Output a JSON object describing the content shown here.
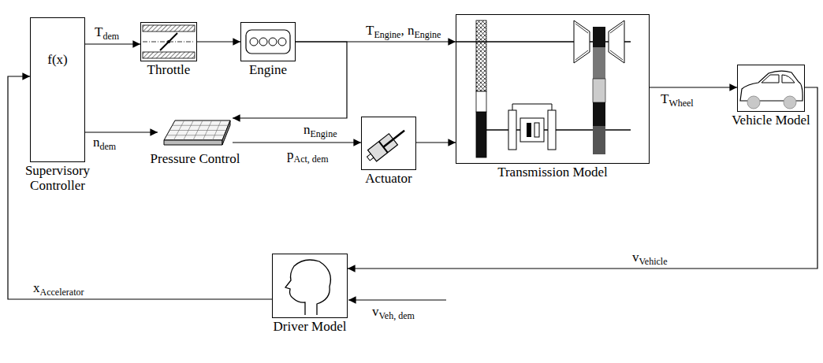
{
  "diagram": {
    "nodes": [
      {
        "text": [
          "f(x)",
          "Supervisory Controller"
        ]
      },
      {
        "text": [
          "Throttle"
        ]
      },
      {
        "text": [
          "Engine"
        ]
      },
      {
        "text": [
          "Pressure Control"
        ]
      },
      {
        "text": [
          "Actuator"
        ]
      },
      {
        "text": [
          "Transmission Model"
        ]
      },
      {
        "text": [
          "Vehicle Model"
        ]
      },
      {
        "text": [
          "Driver Model"
        ]
      }
    ],
    "edges": [
      {
        "from": 0,
        "to": 1,
        "arrow": "to",
        "label": "Tdem"
      },
      {
        "from": 1,
        "to": 2,
        "arrow": "to"
      },
      {
        "from": 2,
        "to": 5,
        "arrow": "to",
        "label": "TEngine, nEngine"
      },
      {
        "from": 2,
        "to": 3,
        "arrow": "to",
        "label": "nEngine"
      },
      {
        "from": 0,
        "to": 3,
        "arrow": "to",
        "label": "ndem"
      },
      {
        "from": 3,
        "to": 4,
        "arrow": "to",
        "label": "pAct, dem"
      },
      {
        "from": 4,
        "to": 5,
        "arrow": "to"
      },
      {
        "from": 5,
        "to": 6,
        "arrow": "to",
        "label": "TWheel"
      },
      {
        "from": 6,
        "to": 7,
        "arrow": "to",
        "label": "vVehicle"
      },
      {
        "from": 7,
        "to": 0,
        "arrow": "to",
        "label": "xAccelerator"
      }
    ],
    "labels": [
      "vVeh, dem"
    ]
  }
}
